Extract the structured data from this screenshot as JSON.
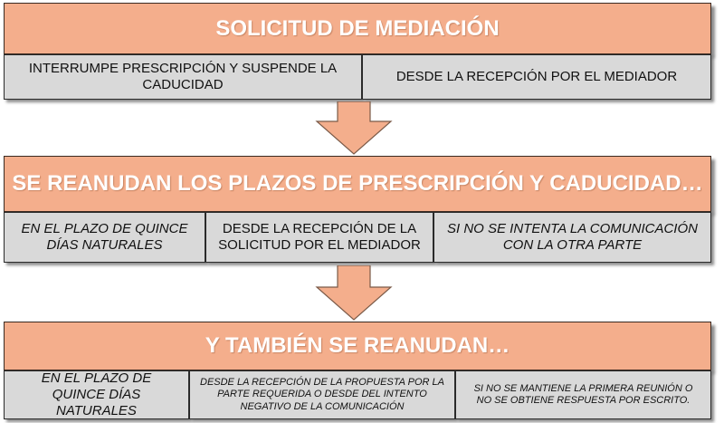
{
  "section1": {
    "header": "SOLICITUD DE MEDIACIÓN",
    "cells": [
      "INTERRUMPE PRESCRIPCIÓN Y SUSPENDE LA CADUCIDAD",
      "DESDE LA RECEPCIÓN POR EL MEDIADOR"
    ]
  },
  "section2": {
    "header": "SE REANUDAN LOS PLAZOS DE PRESCRIPCIÓN Y CADUCIDAD…",
    "cells": [
      "EN EL PLAZO DE QUINCE DÍAS NATURALES",
      "DESDE LA RECEPCIÓN DE LA SOLICITUD POR EL MEDIADOR",
      "SI NO SE INTENTA LA COMUNICACIÓN CON LA OTRA PARTE"
    ]
  },
  "section3": {
    "header": "Y TAMBIÉN SE REANUDAN…",
    "cells": [
      "EN EL PLAZO DE QUINCE DÍAS NATURALES",
      "DESDE LA RECEPCIÓN DE LA PROPUESTA POR LA PARTE REQUERIDA O DESDE DEL INTENTO NEGATIVO DE LA COMUNICACIÓN",
      "SI NO SE MANTIENE LA PRIMERA REUNIÓN O NO SE OBTIENE RESPUESTA POR ESCRITO."
    ]
  },
  "colors": {
    "header_fill": "#f4ae8c",
    "cell_fill": "#d9d9d9",
    "arrow_fill": "#f4ae8c"
  }
}
